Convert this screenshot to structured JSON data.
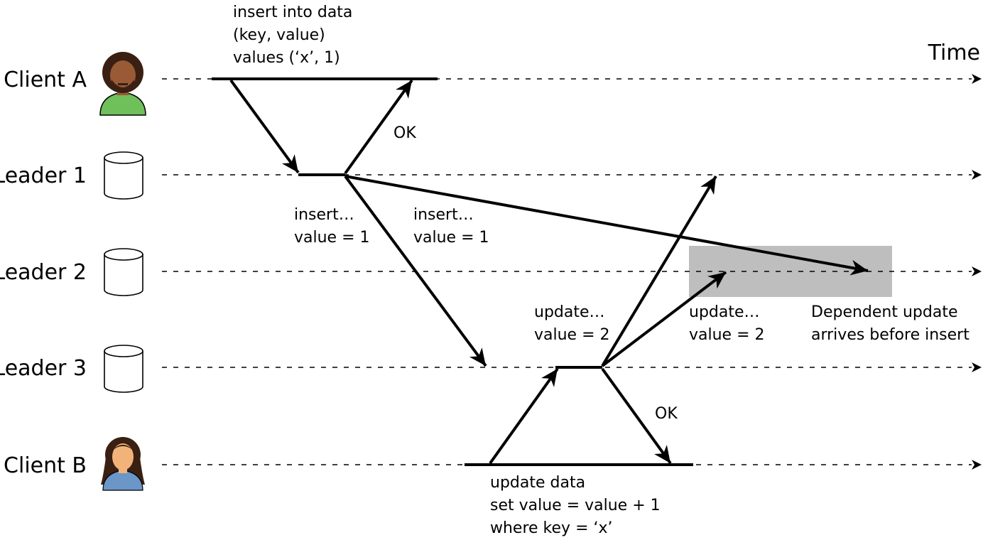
{
  "axis": {
    "time_label": "Time"
  },
  "lanes": [
    {
      "id": "client-a",
      "label": "Client A",
      "icon": "man-avatar-icon"
    },
    {
      "id": "leader-1",
      "label": "Leader 1",
      "icon": "database-icon"
    },
    {
      "id": "leader-2",
      "label": "Leader 2",
      "icon": "database-icon"
    },
    {
      "id": "leader-3",
      "label": "Leader 3",
      "icon": "database-icon"
    },
    {
      "id": "client-b",
      "label": "Client B",
      "icon": "woman-avatar-icon"
    }
  ],
  "notes": {
    "client_a_query": [
      "insert into data",
      "(key, value)",
      "values (‘x’, 1)"
    ],
    "ok_a": "OK",
    "insert_to_leader3": [
      "insert…",
      "value = 1"
    ],
    "insert_to_leader2": [
      "insert…",
      "value = 1"
    ],
    "update_to_leader1": [
      "update…",
      "value = 2"
    ],
    "update_to_leader2": [
      "update…",
      "value = 2"
    ],
    "ok_b": "OK",
    "client_b_query": [
      "update data",
      "set value = value + 1",
      "where key = ‘x’"
    ],
    "highlight": [
      "Dependent update",
      "arrives before insert"
    ]
  },
  "colors": {
    "highlight": "#bebebe",
    "man_shirt": "#6fbf5a",
    "woman_shirt": "#6a96c8",
    "skin_dark": "#9a5a36",
    "skin_light": "#f2b37a",
    "hair": "#3a2012"
  }
}
